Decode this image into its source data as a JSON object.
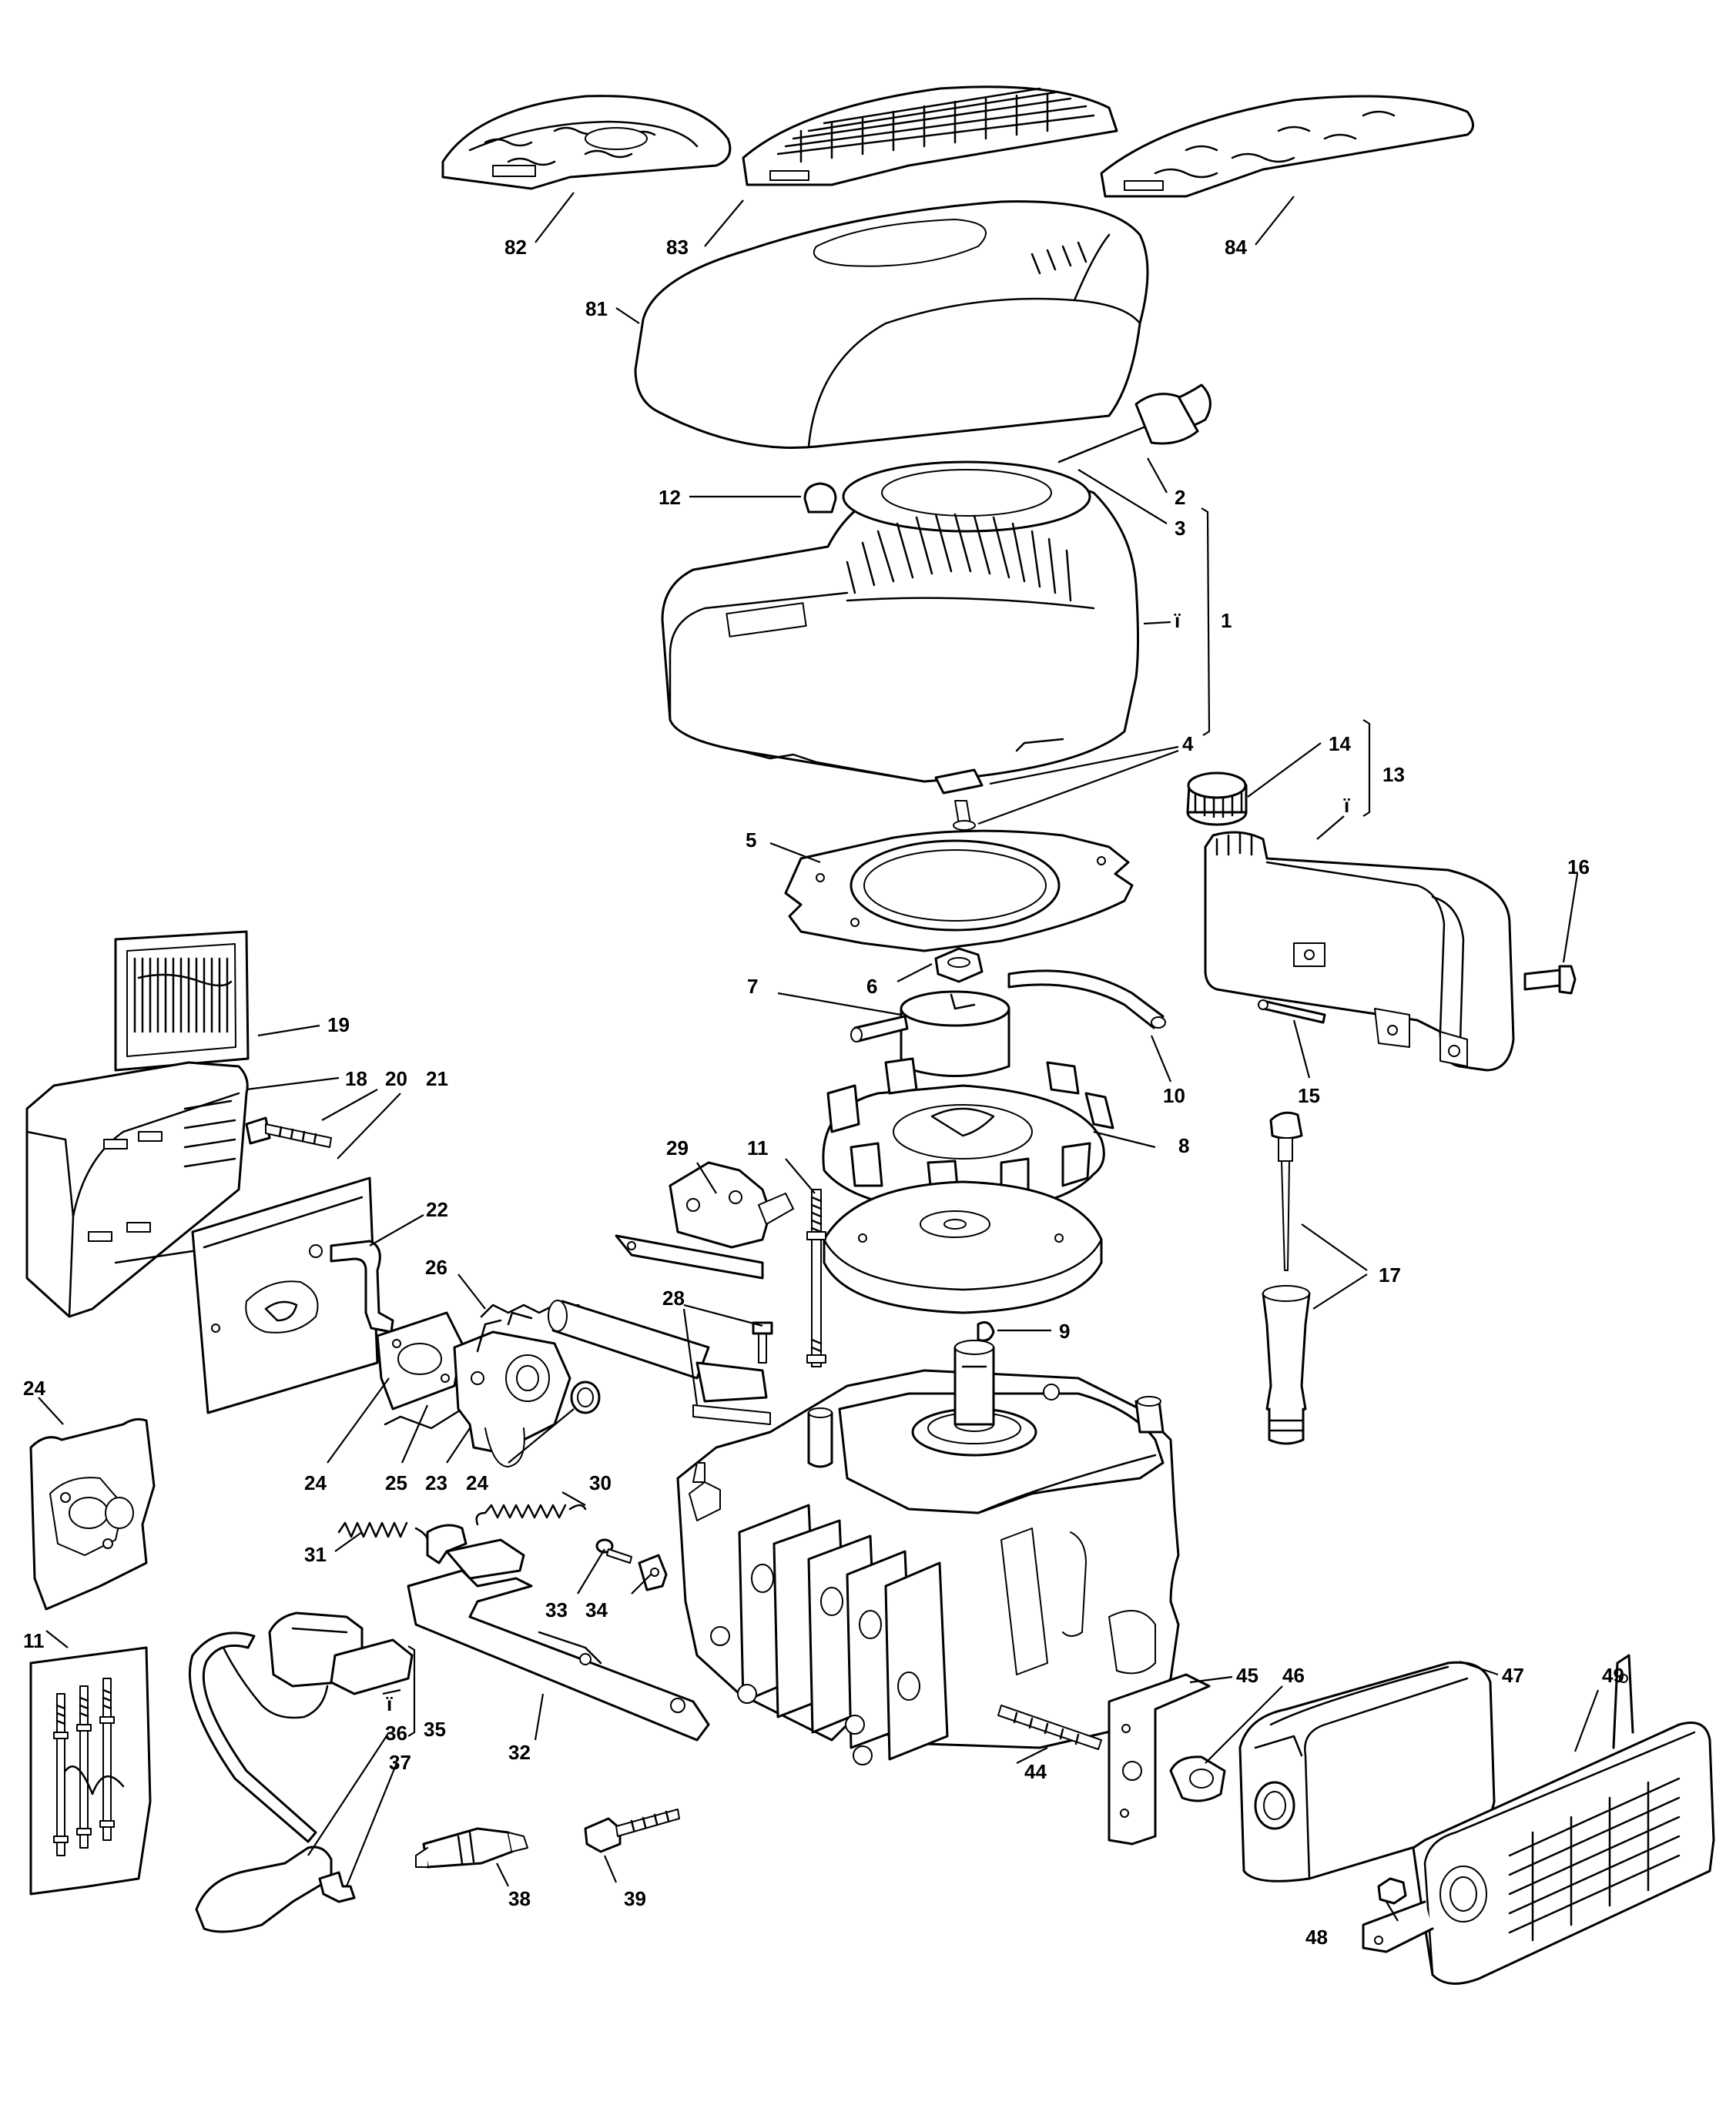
{
  "callouts": [
    {
      "id": "82",
      "label": "82"
    },
    {
      "id": "83",
      "label": "83"
    },
    {
      "id": "84",
      "label": "84"
    },
    {
      "id": "81",
      "label": "81"
    },
    {
      "id": "12",
      "label": "12"
    },
    {
      "id": "2",
      "label": "2"
    },
    {
      "id": "3",
      "label": "3"
    },
    {
      "id": "i-recoil",
      "label": "ï"
    },
    {
      "id": "1",
      "label": "1"
    },
    {
      "id": "4",
      "label": "4"
    },
    {
      "id": "5",
      "label": "5"
    },
    {
      "id": "14",
      "label": "14"
    },
    {
      "id": "13",
      "label": "13"
    },
    {
      "id": "i-tank",
      "label": "ï"
    },
    {
      "id": "16",
      "label": "16"
    },
    {
      "id": "6",
      "label": "6"
    },
    {
      "id": "7",
      "label": "7"
    },
    {
      "id": "10",
      "label": "10"
    },
    {
      "id": "15",
      "label": "15"
    },
    {
      "id": "19",
      "label": "19"
    },
    {
      "id": "18",
      "label": "18"
    },
    {
      "id": "20",
      "label": "20"
    },
    {
      "id": "21",
      "label": "21"
    },
    {
      "id": "22",
      "label": "22"
    },
    {
      "id": "8",
      "label": "8"
    },
    {
      "id": "29",
      "label": "29"
    },
    {
      "id": "11-main",
      "label": "11"
    },
    {
      "id": "17",
      "label": "17"
    },
    {
      "id": "26",
      "label": "26"
    },
    {
      "id": "28",
      "label": "28"
    },
    {
      "id": "9",
      "label": "9"
    },
    {
      "id": "24-inset",
      "label": "24"
    },
    {
      "id": "24-left",
      "label": "24"
    },
    {
      "id": "25",
      "label": "25"
    },
    {
      "id": "23",
      "label": "23"
    },
    {
      "id": "24-right",
      "label": "24"
    },
    {
      "id": "30",
      "label": "30"
    },
    {
      "id": "31",
      "label": "31"
    },
    {
      "id": "33",
      "label": "33"
    },
    {
      "id": "34",
      "label": "34"
    },
    {
      "id": "11-inset",
      "label": "11"
    },
    {
      "id": "i-coil",
      "label": "ï"
    },
    {
      "id": "35",
      "label": "35"
    },
    {
      "id": "36",
      "label": "36"
    },
    {
      "id": "37",
      "label": "37"
    },
    {
      "id": "32",
      "label": "32"
    },
    {
      "id": "38",
      "label": "38"
    },
    {
      "id": "39",
      "label": "39"
    },
    {
      "id": "44",
      "label": "44"
    },
    {
      "id": "45",
      "label": "45"
    },
    {
      "id": "46",
      "label": "46"
    },
    {
      "id": "47",
      "label": "47"
    },
    {
      "id": "48",
      "label": "48"
    },
    {
      "id": "49",
      "label": "49"
    }
  ]
}
